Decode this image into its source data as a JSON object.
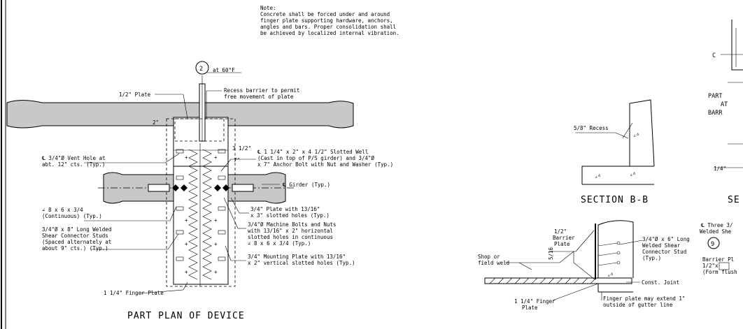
{
  "note": {
    "lines": [
      "Note:",
      "Concrete shall be forced under and around",
      "finger plate supporting hardware, anchors,",
      "angles and bars.  Proper consolidation shall",
      "be achieved by localized internal vibration."
    ]
  },
  "plan": {
    "title": "PART PLAN OF DEVICE",
    "callout_number": "2",
    "callout_temp": "at 60°F",
    "labels": {
      "half_plate": "1/2\" Plate",
      "recess_1": "Recess barrier to permit",
      "recess_2": "free movement of plate",
      "vent_1": "℄ 3/4\"Ø Vent Hole at",
      "vent_2": "abt. 12\" cts. (Typ.)",
      "well_1": "℄ 1 1/4\" x 2\" x 4 1/2\" Slotted Well",
      "well_2": "(Cast in top of P/S girder) and 3/4\"Ø",
      "well_3": "x 7\" Anchor Bolt with Nut and Washer (Typ.)",
      "dim_a": "3 1/2\"",
      "dim_b": "7\"",
      "dim_left": "2\"",
      "girder": "℄ Girder (Typ.)",
      "plate34_1": "3/4\" Plate with 13/16\"",
      "plate34_2": "x 3\" slotted holes (Typ.)",
      "angle_1": "∠ 8 x 6 x 3/4",
      "angle_2": "(Continuous) (Typ.)",
      "studs_1": "3/4\"Ø x 8\" Long Welded",
      "studs_2": "Shear Connector Studs",
      "studs_3": "(Spaced alternately at",
      "studs_4": "about 9\" cts.) (Typ.)",
      "bolts_1": "3/4\"Ø Machine Bolts and Nuts",
      "bolts_2": "with 13/16\" x 2\" horizontal",
      "bolts_3": "slotted holes in continuous",
      "bolts_4": "∠ 8 x 6 x 3/4 (Typ.)",
      "mount_1": "3/4\" Mounting Plate with 13/16\"",
      "mount_2": "x 2\" vertical slotted holes (Typ.)",
      "finger": "1 1/4\" Finger Plate"
    }
  },
  "section_bb": {
    "title": "SECTION B-B",
    "recess": "5/8\" Recess"
  },
  "barrier": {
    "plate_1": "1/2\"",
    "plate_2": "Barrier",
    "plate_3": "Plate",
    "weld_1": "Shop or",
    "weld_2": "field weld",
    "weld_size": "5/16",
    "stud_1": "3/4\"Ø x 6\" Long",
    "stud_2": "Welded Shear",
    "stud_3": "Connector Stud",
    "stud_4": "(Typ.)",
    "joint": "Const. Joint",
    "finger_1": "1 1/4\" Finger",
    "finger_2": "Plate",
    "extend_1": "Finger plate may extend 1\"",
    "extend_2": "outside of gutter line"
  },
  "right_cut": {
    "letter_c": "C",
    "part": "PART",
    "at": "AT",
    "barr": "BARR",
    "dim": "1/4\"",
    "sec": "SE",
    "three_1": "℄ Three 3/",
    "three_2": "Welded She",
    "callout_number": "9",
    "barrier_pl": "Barrier Pl",
    "half_x": "1/2\"x",
    "form": "(Form flush"
  }
}
